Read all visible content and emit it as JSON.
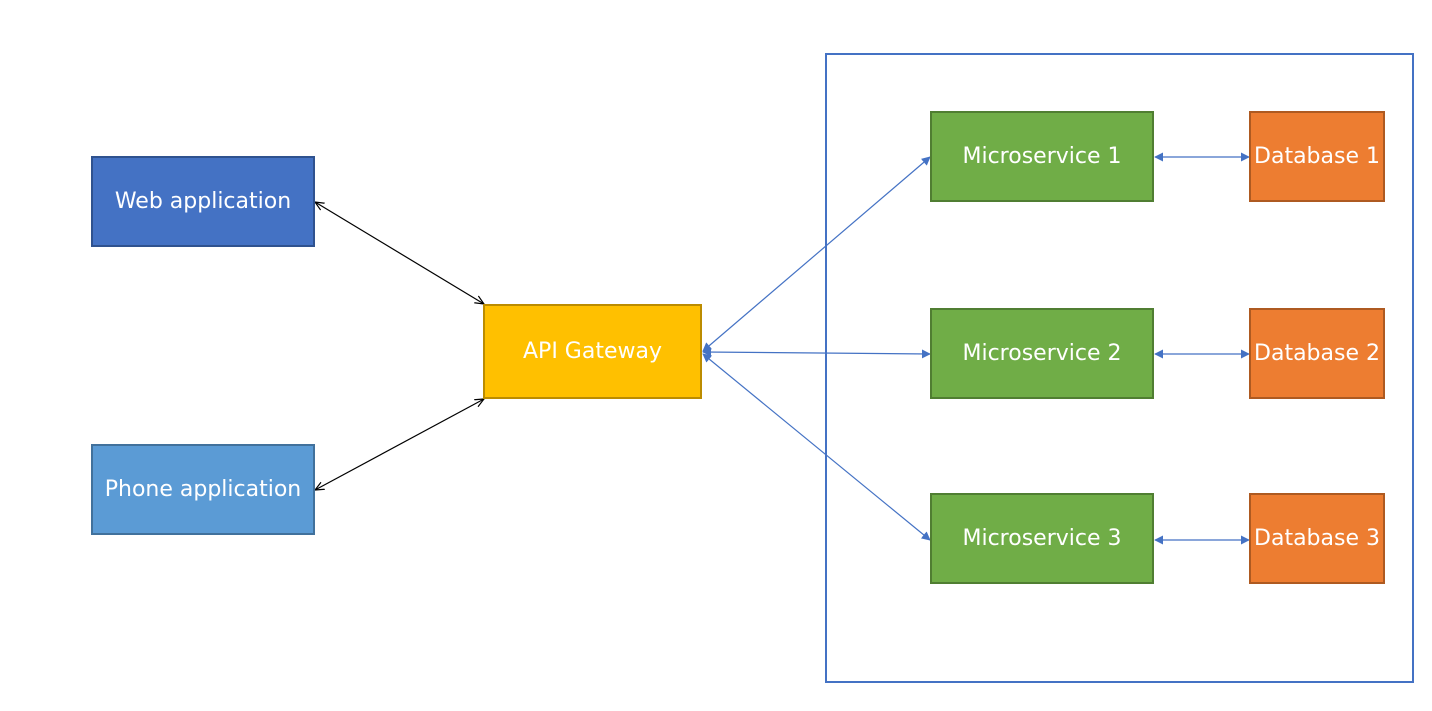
{
  "nodes": {
    "web_app": "Web application",
    "phone_app": "Phone application",
    "api_gateway": "API Gateway",
    "microservice_1": "Microservice 1",
    "microservice_2": "Microservice 2",
    "microservice_3": "Microservice 3",
    "database_1": "Database 1",
    "database_2": "Database 2",
    "database_3": "Database 3"
  },
  "edges": [
    {
      "from": "web_app",
      "to": "api_gateway",
      "bidirectional": true,
      "color": "#000000"
    },
    {
      "from": "phone_app",
      "to": "api_gateway",
      "bidirectional": true,
      "color": "#000000"
    },
    {
      "from": "api_gateway",
      "to": "microservice_1",
      "bidirectional": true,
      "color": "#4472c4"
    },
    {
      "from": "api_gateway",
      "to": "microservice_2",
      "bidirectional": true,
      "color": "#4472c4"
    },
    {
      "from": "api_gateway",
      "to": "microservice_3",
      "bidirectional": true,
      "color": "#4472c4"
    },
    {
      "from": "microservice_1",
      "to": "database_1",
      "bidirectional": true,
      "color": "#4472c4"
    },
    {
      "from": "microservice_2",
      "to": "database_2",
      "bidirectional": true,
      "color": "#4472c4"
    },
    {
      "from": "microservice_3",
      "to": "database_3",
      "bidirectional": true,
      "color": "#4472c4"
    }
  ],
  "colors": {
    "client_web": "#4472c4",
    "client_phone": "#5b9bd5",
    "gateway": "#ffc000",
    "microservice": "#70ad47",
    "database": "#ed7d31",
    "container_border": "#4472c4"
  }
}
